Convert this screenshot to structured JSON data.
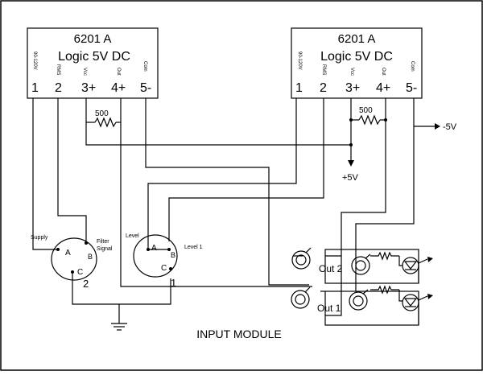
{
  "modules": [
    {
      "name": "6201 A",
      "subtitle": "Logic 5V DC",
      "pins": [
        {
          "small": "90-120V",
          "num": "1"
        },
        {
          "small": "RMS",
          "num": "2"
        },
        {
          "small": "Vcc",
          "num": "3+"
        },
        {
          "small": "Out",
          "num": "4+"
        },
        {
          "small": "Com",
          "num": "5-"
        }
      ]
    },
    {
      "name": "6201 A",
      "subtitle": "Logic 5V DC",
      "pins": [
        {
          "small": "90-120V",
          "num": "1"
        },
        {
          "small": "RMS",
          "num": "2"
        },
        {
          "small": "Vcc",
          "num": "3+"
        },
        {
          "small": "Out",
          "num": "4+"
        },
        {
          "small": "Com",
          "num": "5-"
        }
      ]
    }
  ],
  "resistor_left": "500",
  "resistor_right": "500",
  "supply_plus": "+5V",
  "supply_minus": "-5V",
  "connector_2": {
    "supply": "Supply",
    "filter_signal": "Filter\nSignal",
    "a": "A",
    "b": "B",
    "c": "C",
    "number": "2"
  },
  "connector_1": {
    "level": "Level",
    "level1": "Level 1",
    "a": "A",
    "b": "B",
    "c": "C",
    "number": "1"
  },
  "out_labels": [
    "Out 2",
    "Out 1"
  ],
  "caption": "INPUT MODULE"
}
